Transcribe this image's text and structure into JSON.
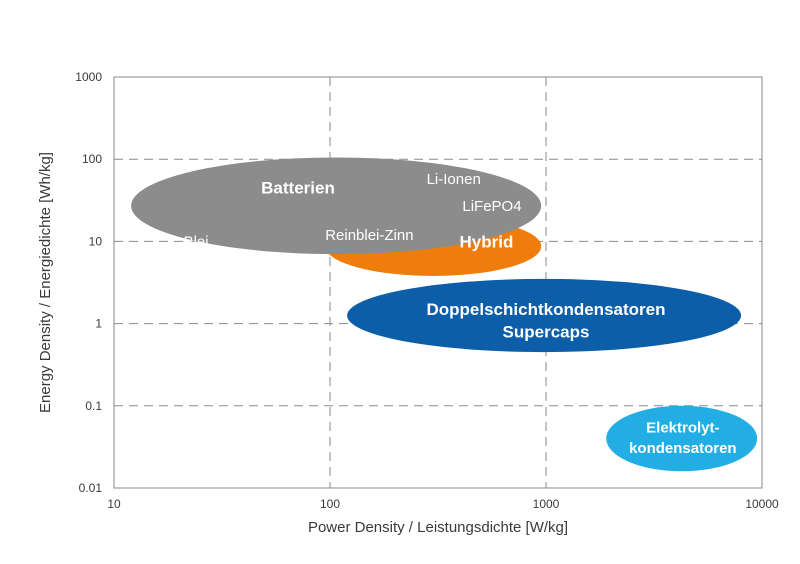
{
  "chart_data": {
    "type": "scatter",
    "title": "",
    "xlabel": "Power Density / Leistungsdichte [W/kg]",
    "ylabel": "Energy Density / Energiedichte [Wh/kg]",
    "x_scale": "log",
    "y_scale": "log",
    "xlim": [
      10,
      10000
    ],
    "ylim": [
      0.01,
      1000
    ],
    "x_ticks": [
      "10",
      "100",
      "1000",
      "10000"
    ],
    "y_ticks": [
      "1000",
      "100",
      "10",
      "1",
      "0.1",
      "0.01"
    ],
    "grid": "dashed",
    "regions": [
      {
        "name": "Hybrid",
        "color": "#EE7D0B",
        "x_range": [
          95,
          950
        ],
        "y_range": [
          3.8,
          20
        ],
        "labels": [
          {
            "text": "Hybrid",
            "x": 530,
            "y": 10,
            "bold": true,
            "size": 17,
            "anchor": "middle"
          }
        ]
      },
      {
        "name": "Batterien",
        "color": "#8C8C8C",
        "x_range": [
          12,
          950
        ],
        "y_range": [
          7,
          105
        ],
        "labels": [
          {
            "text": "Batterien",
            "x": 48,
            "y": 45,
            "bold": true,
            "size": 17,
            "anchor": "start"
          },
          {
            "text": "Li-Ionen",
            "x": 280,
            "y": 58,
            "bold": false,
            "size": 15,
            "anchor": "start"
          },
          {
            "text": "LiFePO4",
            "x": 410,
            "y": 27,
            "bold": false,
            "size": 15,
            "anchor": "start"
          },
          {
            "text": "Reinblei-Zinn",
            "x": 95,
            "y": 12,
            "bold": false,
            "size": 15,
            "anchor": "start"
          },
          {
            "text": "Blei",
            "x": 21,
            "y": 10,
            "bold": false,
            "size": 15,
            "anchor": "start"
          }
        ]
      },
      {
        "name": "Doppelschichtkondensatoren Supercaps",
        "color": "#0C5EA8",
        "x_range": [
          120,
          8000
        ],
        "y_range": [
          0.45,
          3.5
        ],
        "labels": [
          {
            "text": "Doppelschichtkondensatoren",
            "x": 1000,
            "y": 1.5,
            "bold": true,
            "size": 17,
            "anchor": "middle"
          },
          {
            "text": "Supercaps",
            "x": 1000,
            "y": 0.8,
            "bold": true,
            "size": 17,
            "anchor": "middle"
          }
        ]
      },
      {
        "name": "Elektrolytkondensatoren",
        "color": "#22AEE4",
        "x_range": [
          1900,
          9500
        ],
        "y_range": [
          0.016,
          0.1
        ],
        "labels": [
          {
            "text": "Elektrolyt-",
            "x": 4300,
            "y": 0.055,
            "bold": true,
            "size": 15,
            "anchor": "middle"
          },
          {
            "text": "kondensatoren",
            "x": 4300,
            "y": 0.031,
            "bold": true,
            "size": 15,
            "anchor": "middle"
          }
        ]
      }
    ]
  }
}
